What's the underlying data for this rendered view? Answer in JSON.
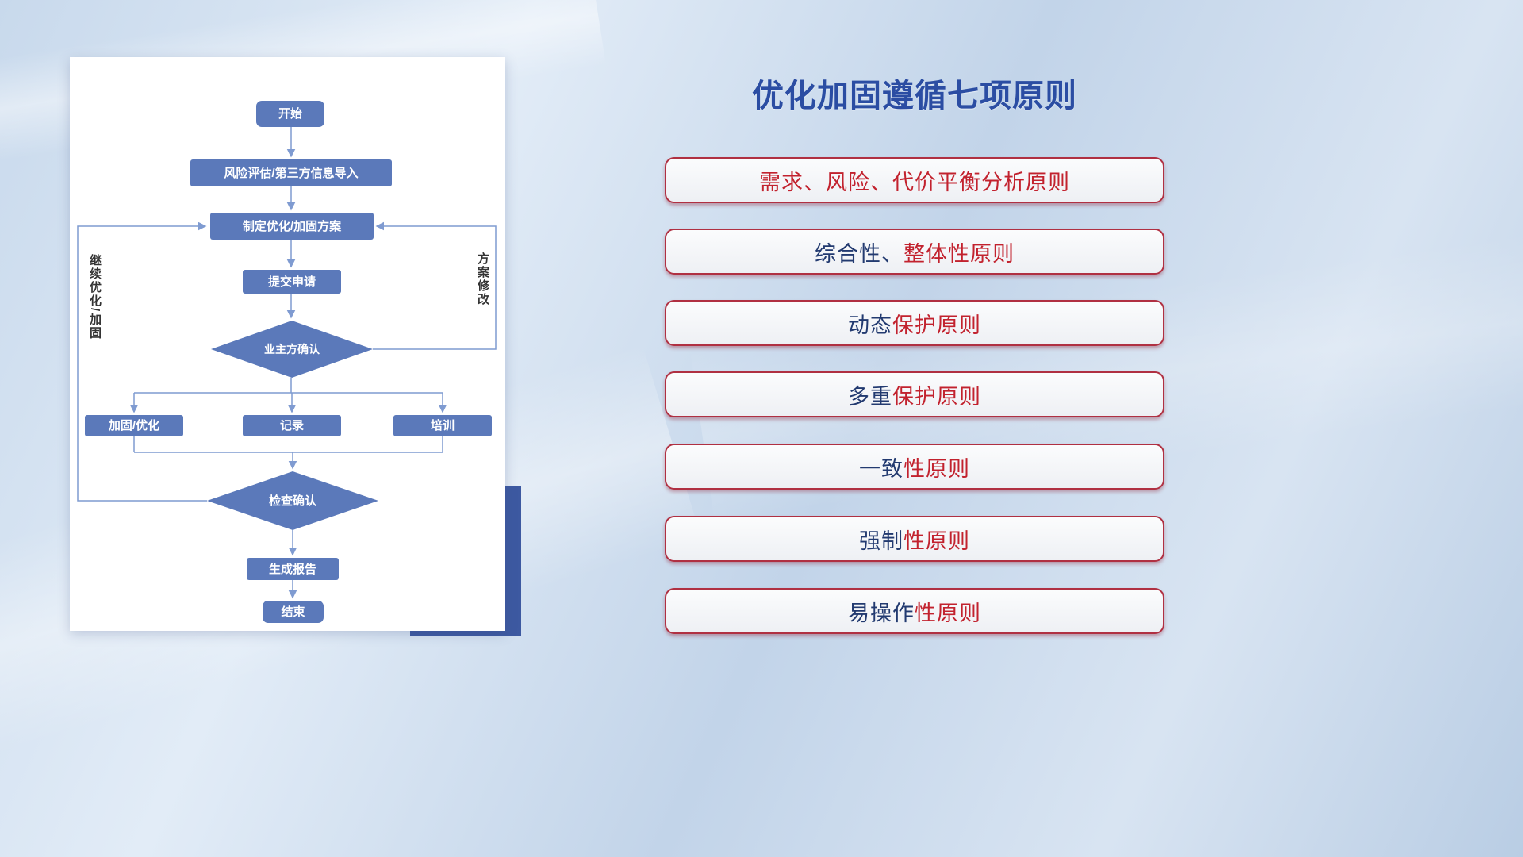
{
  "flowchart": {
    "nodes": {
      "start": "开始",
      "risk": "风险评估/第三方信息导入",
      "plan": "制定优化/加固方案",
      "submit": "提交申请",
      "owner_confirm": "业主方确认",
      "reinforce": "加固/优化",
      "record": "记录",
      "training": "培训",
      "check_confirm": "检查确认",
      "report": "生成报告",
      "end": "结束"
    },
    "labels": {
      "continue_loop": "继续优化/加固",
      "plan_revision": "方案修改"
    }
  },
  "principles": {
    "title": "优化加固遵循七项原则",
    "items": [
      {
        "prefix": "",
        "suffix": "需求、风险、代价平衡分析原则"
      },
      {
        "prefix": "综合性、",
        "suffix": "整体性原则"
      },
      {
        "prefix": "动态",
        "suffix": "保护原则"
      },
      {
        "prefix": "多重",
        "suffix": "保护原则"
      },
      {
        "prefix": "一致",
        "suffix": "性原则"
      },
      {
        "prefix": "强制",
        "suffix": "性原则"
      },
      {
        "prefix": "易操作",
        "suffix": "性原则"
      }
    ]
  },
  "colors": {
    "title_blue": "#2b4da3",
    "principle_red": "#c2222e",
    "principle_navy": "#223a70",
    "node_blue": "#5b79ba",
    "connector_blue": "#7f9bd1",
    "shadow_navy": "#3d59a1"
  }
}
